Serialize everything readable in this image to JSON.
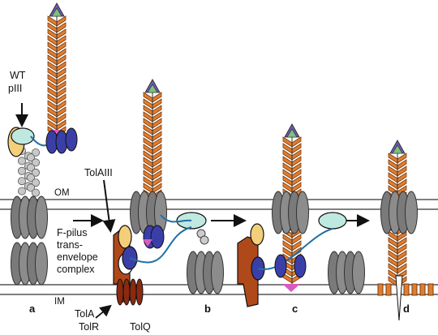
{
  "labels": {
    "wt_line1": "WT",
    "wt_line2": "pIII",
    "om": "OM",
    "im": "IM",
    "fpilus_1": "F-pilus",
    "fpilus_2": "trans-",
    "fpilus_3": "envelope",
    "fpilus_4": "complex",
    "tolaiii": "TolAIII",
    "tola": "TolA",
    "tolr": "TolR",
    "tolq": "TolQ",
    "panel_a": "a",
    "panel_b": "b",
    "panel_c": "c",
    "panel_d": "d"
  },
  "colors": {
    "phage_body": "#e07d30",
    "phage_outline": "#7a3a0c",
    "tip_green": "#7fbf7f",
    "tip_purple": "#6b5bb0",
    "pore_gray": "#8c8c8c",
    "pore_dark": "#444444",
    "pilus_gray": "#c8c8c8",
    "pIII_blue": "#3a3fa8",
    "pIII_cyan": "#bfe8e0",
    "pIII_yellow": "#f4cf7a",
    "pIII_linker": "#1f6fa6",
    "tol_brown": "#b0491a",
    "pink": "#d85bc0",
    "membrane_line": "#555555"
  },
  "icons": [
    "phage-filament",
    "secretin-pore",
    "pIII-domain",
    "TolQRA-complex",
    "arrow"
  ]
}
